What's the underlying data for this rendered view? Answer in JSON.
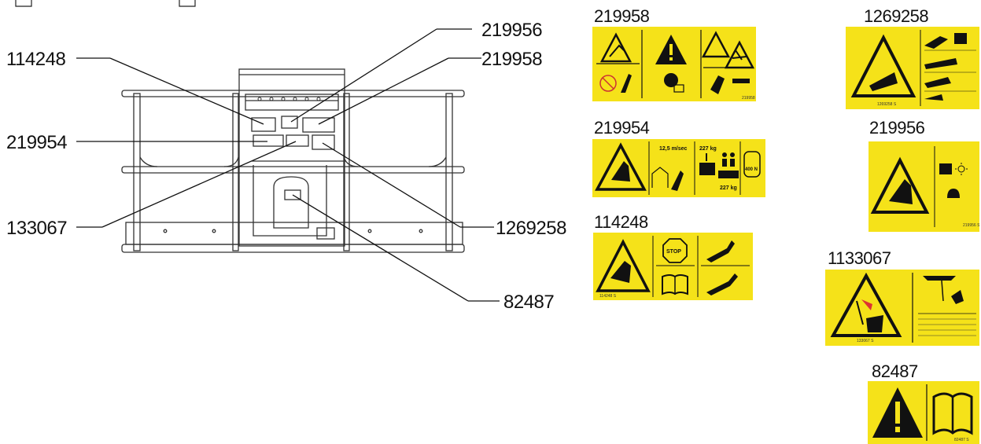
{
  "diagram": {
    "callouts": {
      "c_219956": "219956",
      "c_219958": "219958",
      "c_114248": "114248",
      "c_219954": "219954",
      "c_133067": "133067",
      "c_1269258": "1269258",
      "c_82487": "82487"
    }
  },
  "decals": {
    "d219958": {
      "title": "219958"
    },
    "d1269258": {
      "title": "1269258"
    },
    "d219954": {
      "title": "219954",
      "wind_text": "12,5 m/sec",
      "load_text": "227 kg",
      "load_text2": "227 kg",
      "force_text": "400 N"
    },
    "d219956": {
      "title": "219956"
    },
    "d114248": {
      "title": "114248",
      "stop_text": "STOP"
    },
    "d1133067": {
      "title": "1133067"
    },
    "d82487": {
      "title": "82487"
    }
  }
}
